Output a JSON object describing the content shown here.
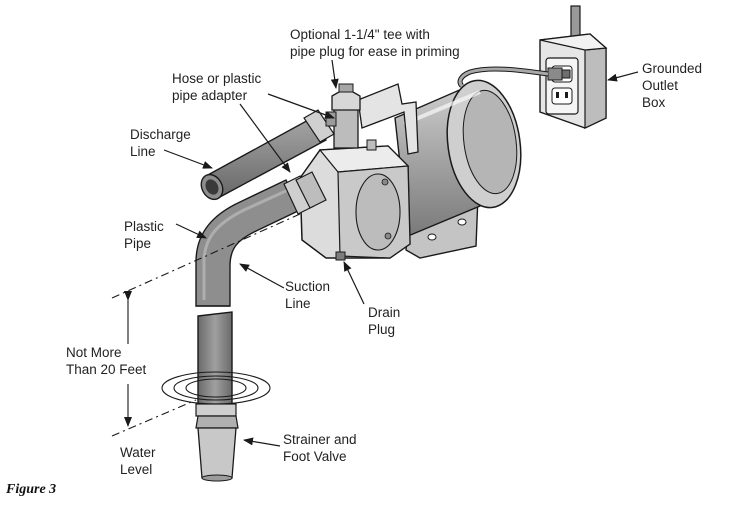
{
  "figure": {
    "caption": "Figure 3",
    "labels": {
      "optional_tee": [
        "Optional 1-1/4\" tee with",
        "pipe plug for ease in priming"
      ],
      "hose_adapter": [
        "Hose or plastic",
        "pipe adapter"
      ],
      "discharge_line": [
        "Discharge",
        "Line"
      ],
      "plastic_pipe": [
        "Plastic",
        "Pipe"
      ],
      "suction_line": [
        "Suction",
        "Line"
      ],
      "drain_plug": [
        "Drain",
        "Plug"
      ],
      "grounded_outlet": [
        "Grounded",
        "Outlet",
        "Box"
      ],
      "not_more_than": [
        "Not More",
        "Than 20 Feet"
      ],
      "water_level": [
        "Water",
        "Level"
      ],
      "strainer": [
        "Strainer and",
        "Foot Valve"
      ]
    }
  },
  "colors": {
    "outline": "#1a1a1a",
    "pipe_fill": "#8c8c8c",
    "pipe_shadow": "#5e5e5e",
    "metal_light": "#d9d9d9",
    "metal_mid": "#b3b3b3",
    "motor_fill": "#a6a6a6"
  }
}
